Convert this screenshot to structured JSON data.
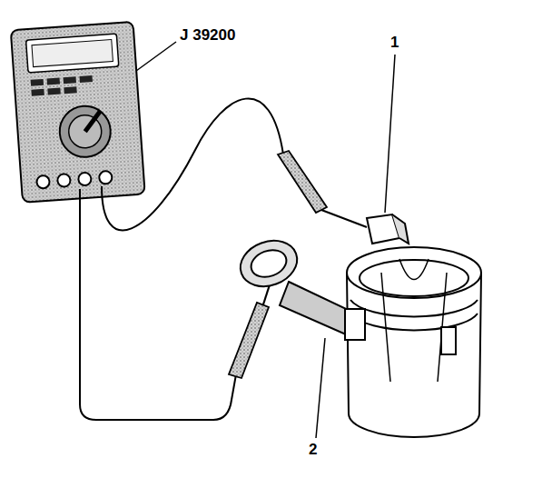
{
  "diagram": {
    "labels": [
      "J 39200",
      "1",
      "2"
    ]
  }
}
